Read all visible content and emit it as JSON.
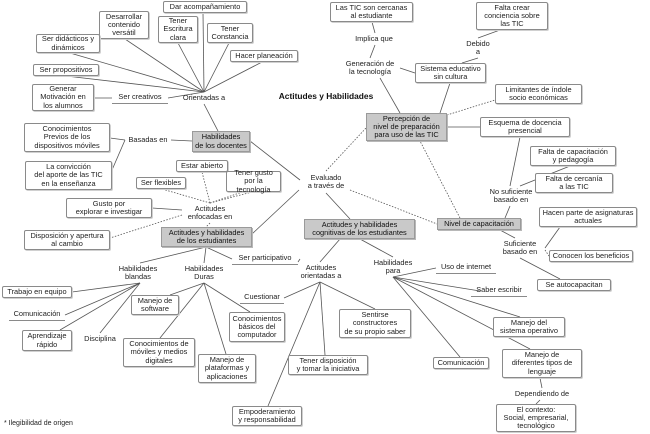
{
  "title": "Actitudes y Habilidades",
  "footnote": "* Ilegibilidad de origen",
  "nodes": {
    "dar_acompanamiento": "Dar acompañamiento",
    "desarrollar_contenido": "Desarrollar\ncontenido\nversátil",
    "tener_escritura": "Tener\nEscritura\nclara",
    "tener_constancia": "Tener\nConstancia",
    "hacer_planeacion": "Hacer planeación",
    "ser_didacticos": "Ser didácticos y\ndinámicos",
    "ser_propositivos": "Ser propositivos",
    "generar_motivacion": "Generar\nMotivación en\nlos alumnos",
    "ser_creativos": "Ser creativos",
    "orientadas_a_docentes": "Orientadas a",
    "conocimientos_previos": "Conocimientos\nPrevios de los\ndispositivos móviles",
    "basadas_en": "Basadas en",
    "habilidades_docentes": "Habilidades\nde los docentes",
    "conviccion": "La convicción\ndel aporte de las TIC\nen la enseñanza",
    "estar_abierto": "Estar abierto",
    "tener_gusto": "Tener gusto\npor la tecnología",
    "ser_flexibles": "Ser flexibles",
    "evaluado_a_traves_de": "Evaluado\na través de",
    "gusto_explorar": "Gusto por\nexplorar e investigar",
    "actitudes_enfocadas": "Actitudes\nenfocadas en",
    "disposicion_apertura": "Disposición y apertura\nal cambio",
    "actitudes_habilidades_estudiantes": "Actitudes y habilidades\nde los estudiantes",
    "actitudes_cognitivas": "Actitudes y habilidades\ncognitivas de los estudiantes",
    "las_tic_cercanas": "Las TIC son cercanas\nal estudiante",
    "falta_crear_conciencia": "Falta crear\nconciencia sobre\nlas TIC",
    "implica_que": "Implica que",
    "debido_a": "Debido\na",
    "generacion_tecnologia": "Generación de\nla tecnología",
    "sistema_educativo": "Sistema educativo\nsin cultura",
    "limitantes": "Limitantes de índole\nsocio económicas",
    "percepcion": "Percepción de\nnivel de preparación\npara uso de las TIC",
    "esquema_docencia": "Esquema de docencia\npresencial",
    "falta_capacitacion": "Falta de capacitación\ny pedagogía",
    "falta_cercania": "Falta de cercanía\na las TIC",
    "no_suficiente": "No suficiente\nbasado en",
    "nivel_capacitacion": "Nivel de capacitación",
    "hacen_parte": "Hacen parte de asignaturas\nactuales",
    "suficiente_basado": "Suficiente\nbasado en",
    "conocen_beneficios": "Conocen los beneficios",
    "se_autocapacitan": "Se autocapacitan",
    "habilidades_blandas": "Habilidades\nblandas",
    "habilidades_duras": "Habilidades\nDuras",
    "ser_participativo": "Ser participativo",
    "actitudes_orientadas_a": "Actitudes\norientadas a",
    "habilidades_para": "Habilidades\npara",
    "uso_internet": "Uso de internet",
    "trabajo_equipo": "Trabajo en equipo",
    "comunicacion_left": "Comunicación",
    "aprendizaje_rapido": "Aprendizaje\nrápido",
    "disciplina": "Disciplina",
    "manejo_software": "Manejo de\nsoftware",
    "cuestionar": "Cuestionar",
    "conocimientos_basicos": "Conocimientos\nbásicos del\ncomputador",
    "sentirse_constructores": "Sentirse\nconstructores\nde su propio saber",
    "saber_escribir": "Saber escribir",
    "conocimientos_moviles": "Conocimientos de\nmóviles y medios\ndigitales",
    "manejo_plataformas": "Manejo de\nplataformas y\naplicaciones",
    "tener_disposicion": "Tener disposición\ny tomar la iniciativa",
    "manejo_sistema": "Manejo del\nsistema operativo",
    "comunicacion_right": "Comunicación",
    "manejo_lenguaje": "Manejo de\ndiferentes tipos de\nlenguaje",
    "dependiendo_de": "Dependiendo de",
    "contexto": "El contexto:\nSocial, empresarial,\ntecnológico",
    "empoderamiento": "Empoderamiento\ny  responsabilidad"
  }
}
